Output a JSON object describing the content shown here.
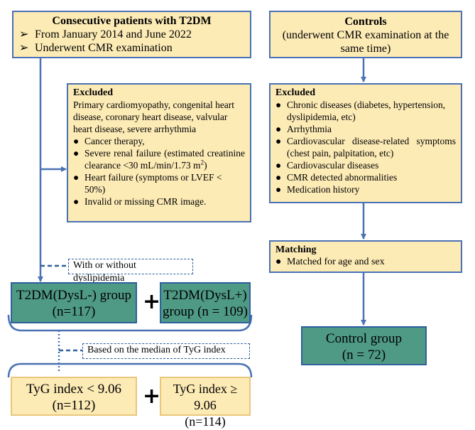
{
  "t2dm": {
    "title": "Consecutive patients with T2DM",
    "items": [
      "From January 2014 and June 2022",
      "Underwent CMR examination"
    ]
  },
  "controls": {
    "title": "Controls",
    "subtitle": "(underwent CMR examination at the same time)"
  },
  "excluded_left": {
    "title": "Excluded",
    "intro": "Primary cardiomyopathy, congenital heart disease, coronary heart disease, valvular heart disease, severe arrhythmia",
    "items": [
      "Cancer therapy,",
      "Severe renal failure (estimated creatinine clearance <30 mL/min/1.73 m",
      "Heart failure (symptoms or LVEF < 50%)",
      "Invalid or missing CMR image."
    ],
    "sup": "2",
    "close": ")"
  },
  "excluded_right": {
    "title": "Excluded",
    "items": [
      "Chronic diseases (diabetes, hypertension, dyslipidemia, etc)",
      "Arrhythmia",
      "Cardiovascular disease-related symptoms (chest pain, palpitation, etc)",
      "Cardiovascular diseases",
      "CMR detected abnormalities",
      "Medication history"
    ]
  },
  "dyslipidemia_label": "With or without dyslipidemia",
  "matching": {
    "title": "Matching",
    "item": "Matched for age and sex"
  },
  "groups": {
    "dysl_minus": {
      "name": "T2DM(DysL-) group",
      "n": "(n=117)"
    },
    "dysl_plus": {
      "name": "T2DM(DysL+)",
      "n": "group (n = 109)"
    },
    "control": {
      "name": "Control group",
      "n": "(n = 72)"
    }
  },
  "tyg_label": "Based on the median of TyG index",
  "tyg": {
    "low": {
      "name": "TyG index < 9.06",
      "n": "(n=112)"
    },
    "high": {
      "name": "TyG index ≥ 9.06",
      "n": "(n=114)"
    }
  },
  "plus_sign": "+",
  "bullet_arrow": "➢",
  "bullet_dot": "●",
  "colors": {
    "line": "#4a72b4",
    "yellow": "#fdebb6",
    "green": "#4f9a85"
  }
}
